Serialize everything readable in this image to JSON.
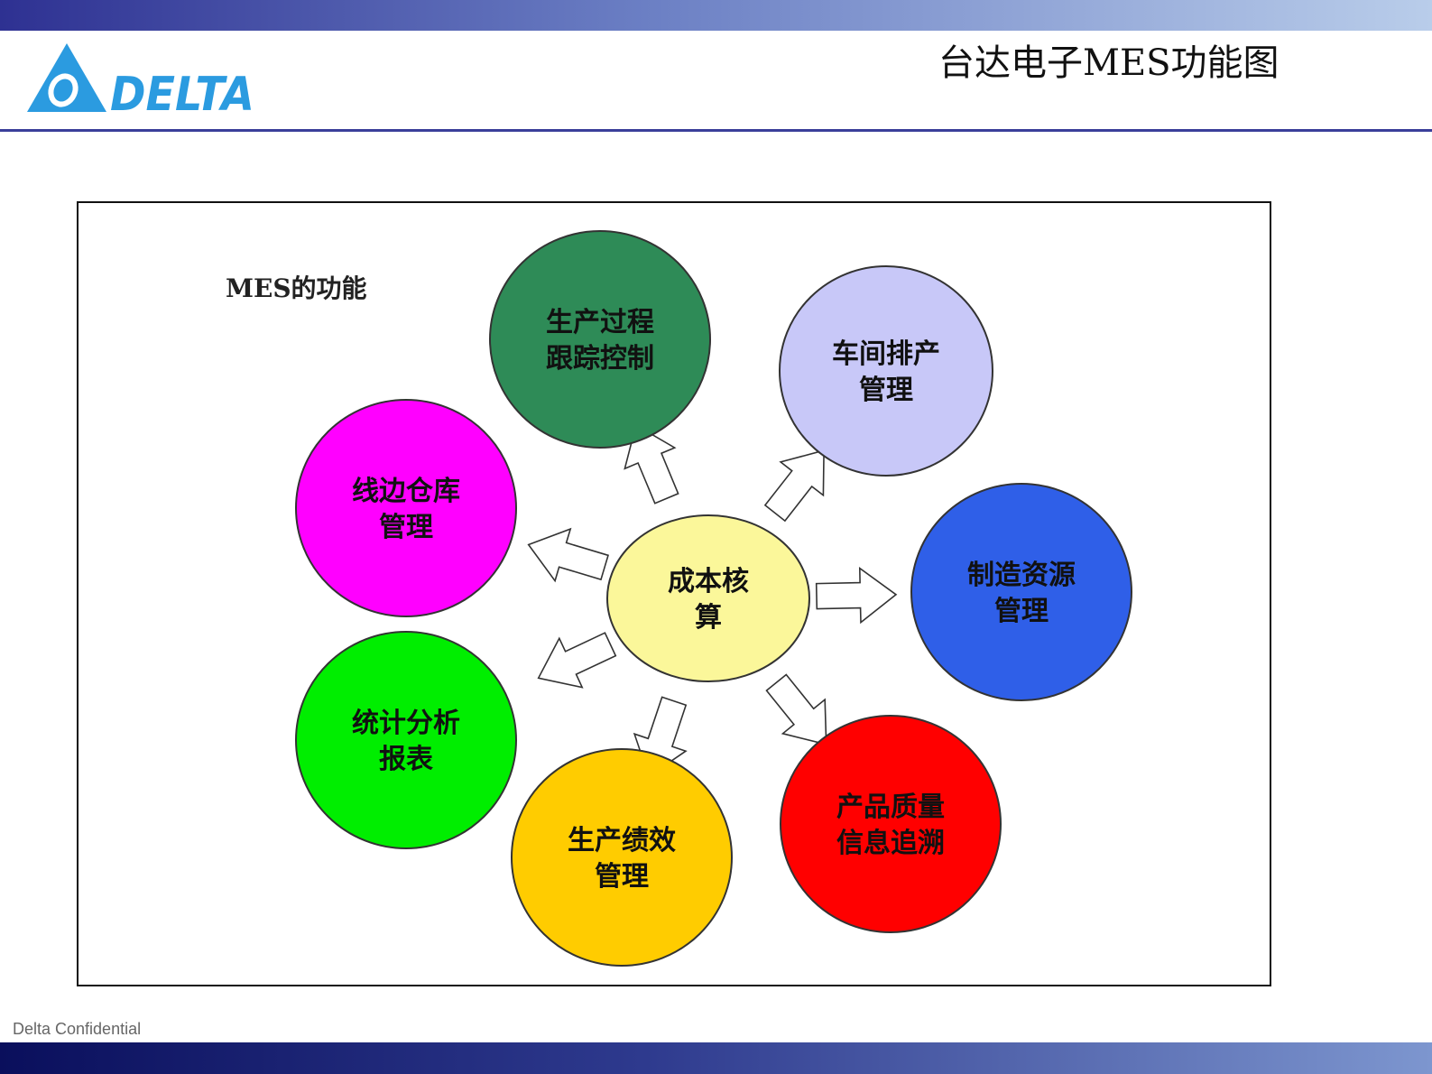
{
  "header": {
    "logo_text": "DELTA",
    "title": "台达电子MES功能图"
  },
  "diagram": {
    "heading": "MES的功能",
    "center": {
      "lines": [
        "成本核",
        "算"
      ],
      "color": "#fbf79a"
    },
    "nodes": [
      {
        "id": "production-tracking",
        "lines": [
          "生产过程",
          "跟踪控制"
        ],
        "color": "#2e8b57"
      },
      {
        "id": "workshop-scheduling",
        "lines": [
          "车间排产",
          "管理"
        ],
        "color": "#c8c8f8"
      },
      {
        "id": "manufacturing-resources",
        "lines": [
          "制造资源",
          "管理"
        ],
        "color": "#2f5fe8"
      },
      {
        "id": "quality-traceability",
        "lines": [
          "产品质量",
          "信息追溯"
        ],
        "color": "#ff0000"
      },
      {
        "id": "performance",
        "lines": [
          "生产绩效",
          "管理"
        ],
        "color": "#ffcc00"
      },
      {
        "id": "statistics-reports",
        "lines": [
          "统计分析",
          "报表"
        ],
        "color": "#00ee00"
      },
      {
        "id": "line-side-warehouse",
        "lines": [
          "线边仓库",
          "管理"
        ],
        "color": "#ff00ff"
      }
    ]
  },
  "footer": {
    "confidential": "Delta Confidential"
  },
  "colors": {
    "brand": "#2b9be0",
    "rule": "#3a3f9a"
  }
}
